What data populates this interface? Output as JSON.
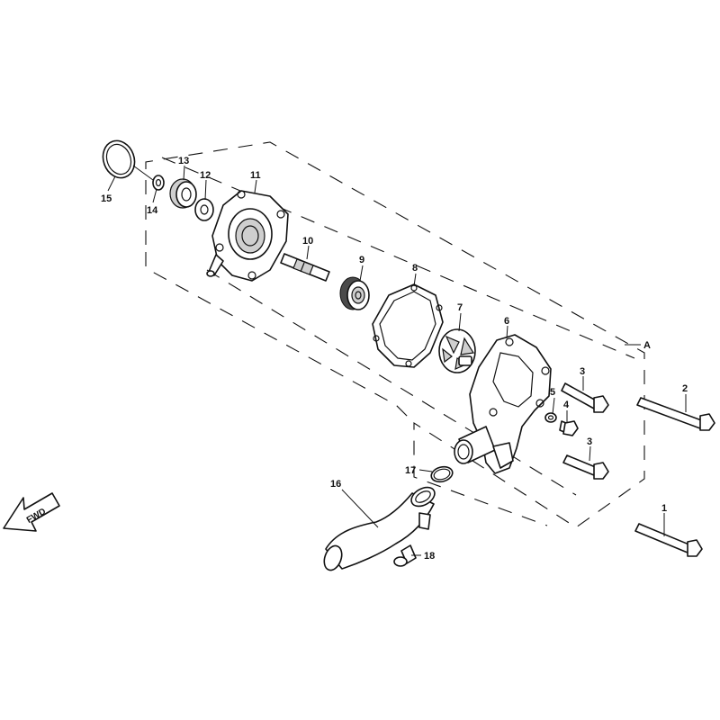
{
  "diagram": {
    "callouts": {
      "c1": "1",
      "c2": "2",
      "c3a": "3",
      "c3b": "3",
      "c4": "4",
      "c5": "5",
      "c6": "6",
      "c7": "7",
      "c8": "8",
      "c9": "9",
      "c10": "10",
      "c11": "11",
      "c12": "12",
      "c13": "13",
      "c14": "14",
      "c15": "15",
      "c16": "16",
      "c17": "17",
      "c18": "18"
    },
    "reference_mark": "A",
    "direction_label": "FWD"
  },
  "colors": {
    "line": "#111111",
    "background": "#ffffff"
  },
  "icons": {
    "direction": "forward-arrow-icon"
  }
}
